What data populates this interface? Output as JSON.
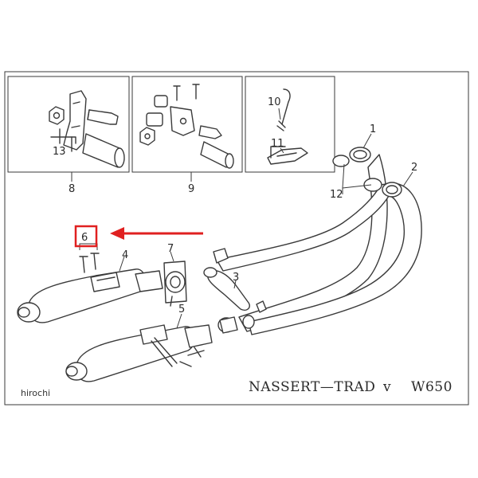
{
  "title": "NASSERT—TRAD",
  "title_mark": "v",
  "model": "W650",
  "watermark": "hirochi",
  "callouts": {
    "p1": "1",
    "p2": "2",
    "p3": "3",
    "p4": "4",
    "p5": "5",
    "p6": "6",
    "p7": "7",
    "p8": "8",
    "p9": "9",
    "p10": "10",
    "p11": "11",
    "p12": "12",
    "p13": "13"
  },
  "colors": {
    "ink": "#3a3a3a",
    "highlight": "#e02020",
    "background": "#ffffff"
  }
}
